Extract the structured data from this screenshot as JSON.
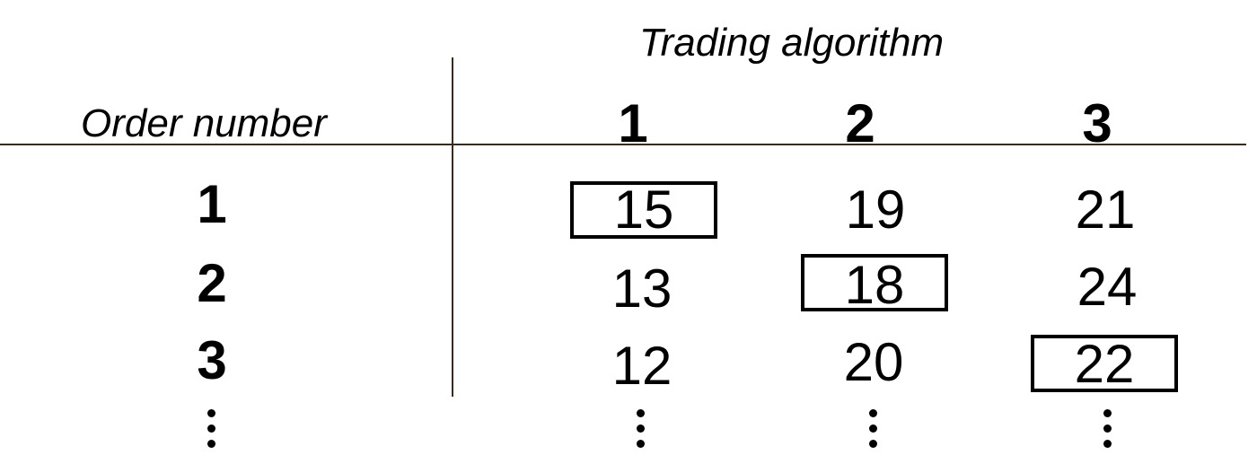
{
  "header": {
    "column_group_title": "Trading algorithm",
    "row_header": "Order number",
    "columns": [
      "1",
      "2",
      "3"
    ]
  },
  "rows": [
    {
      "label": "1",
      "values": [
        "15",
        "19",
        "21"
      ]
    },
    {
      "label": "2",
      "values": [
        "13",
        "18",
        "24"
      ]
    },
    {
      "label": "3",
      "values": [
        "12",
        "20",
        "22"
      ]
    }
  ],
  "highlighted_cells": [
    {
      "row": 1,
      "column": 1
    },
    {
      "row": 2,
      "column": 2
    },
    {
      "row": 3,
      "column": 3
    }
  ],
  "continuation_marker": "vertical-ellipsis"
}
